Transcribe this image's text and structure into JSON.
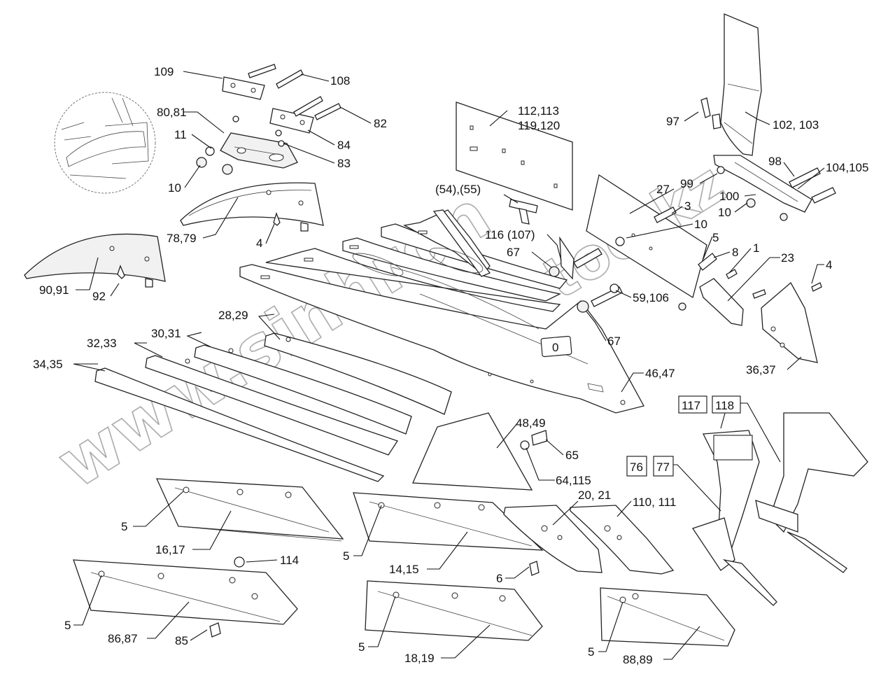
{
  "diagram": {
    "labels": {
      "l109": "109",
      "l108": "108",
      "l80_81": "80,81",
      "l82": "82",
      "l11": "11",
      "l84": "84",
      "l83": "83",
      "l10a": "10",
      "l78_79": "78,79",
      "l4a": "4",
      "l90_91": "90,91",
      "l92": "92",
      "l112": "112,113",
      "l119": "119,120",
      "l54_55": "(54),(55)",
      "l116": "116 (107)",
      "l67a": "67",
      "l67b": "67",
      "l59_106": "59,106",
      "l97": "97",
      "l102_103": "102, 103",
      "l98": "98",
      "l104_105": "104,105",
      "l99": "99",
      "l100": "100",
      "l10b": "10",
      "l27": "27",
      "l3": "3",
      "l10c": "10",
      "l5a": "5",
      "l8": "8",
      "l1": "1",
      "l23": "23",
      "l4b": "4",
      "l36_37": "36,37",
      "l28_29": "28,29",
      "l30_31": "30,31",
      "l32_33": "32,33",
      "l34_35": "34,35",
      "l46_47": "46,47",
      "l48_49": "48,49",
      "l65": "65",
      "l64_115": "64,115",
      "l117": "117",
      "l118": "118",
      "l76": "76",
      "l77": "77",
      "l20_21": "20, 21",
      "l110_111": "110, 111",
      "l5b": "5",
      "l16_17": "16,17",
      "l5c": "5",
      "l14_15": "14,15",
      "l114": "114",
      "l6": "6",
      "l5d": "5",
      "l86_87": "86,87",
      "l85": "85",
      "l5e": "5",
      "l18_19": "18,19",
      "l5f": "5",
      "l88_89": "88,89",
      "frame_plate": "0"
    },
    "watermark": {
      "main": "www.sinhron",
      "tail": "too.kz"
    }
  }
}
